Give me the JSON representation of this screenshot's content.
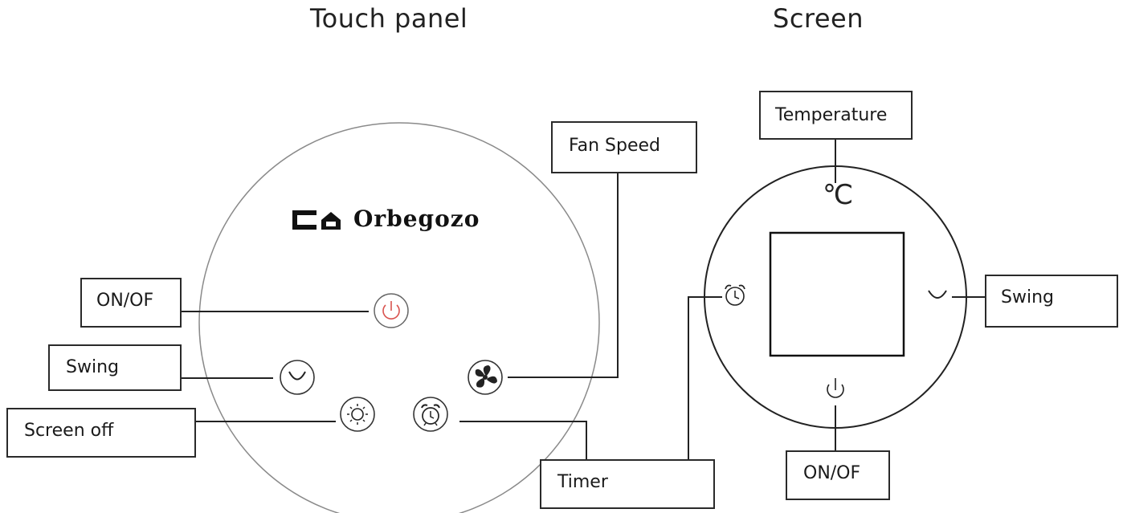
{
  "headings": {
    "touch_panel": "Touch panel",
    "screen": "Screen"
  },
  "touch_panel": {
    "brand": "Orbegozo",
    "labels": {
      "fan_speed": "Fan Speed",
      "on_off": "ON/OF",
      "swing": "Swing",
      "screen_off": "Screen off",
      "timer": "Timer"
    },
    "icons": [
      "power-icon",
      "swing-icon",
      "fan-icon",
      "sun-icon",
      "alarm-clock-icon"
    ],
    "power_icon_color": "#d9534f"
  },
  "screen": {
    "unit_symbol": "℃",
    "labels": {
      "temperature": "Temperature",
      "swing": "Swing",
      "on_off": "ON/OF"
    },
    "icons": [
      "celsius-icon",
      "alarm-clock-icon",
      "swing-icon",
      "power-icon"
    ]
  }
}
